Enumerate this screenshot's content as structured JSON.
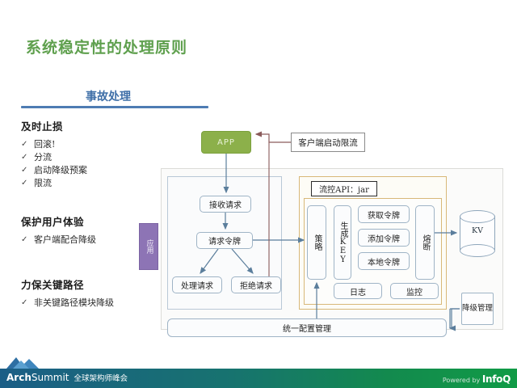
{
  "slide": {
    "main_title": "系统稳定性的处理原则",
    "section_title": "事故处理",
    "title_color": "#5fa04e",
    "section_color": "#3f6fa8",
    "rule_color": "#4e7cb3"
  },
  "left_column": {
    "groups": [
      {
        "heading": "及时止损",
        "items": [
          "回滚!",
          "分流",
          "启动降级预案",
          "限流"
        ]
      },
      {
        "heading": "保护用户体验",
        "items": [
          "客户端配合降级"
        ]
      },
      {
        "heading": "力保关键路径",
        "items": [
          "非关键路径模块降级"
        ]
      }
    ],
    "bullet_glyph": "✓"
  },
  "diagram": {
    "app_box": {
      "label": "APP",
      "color": "#8cb04a"
    },
    "callout": "客户端启动限流",
    "app_vertical": "应用",
    "flow_left": {
      "receive": "接收请求",
      "request_token": "请求令牌",
      "process": "处理请求",
      "reject": "拒绝请求"
    },
    "api_panel": {
      "title": "流控API：jar",
      "policy": "策略",
      "gen_key": "生成KEY",
      "get_token": "获取令牌",
      "add_token": "添加令牌",
      "local_token": "本地令牌",
      "fuse": "熔断",
      "log": "日志",
      "monitor": "监控"
    },
    "storage": {
      "label": "KV"
    },
    "degrade_mgmt": "降级管理",
    "config_bar": "统一配置管理"
  },
  "footer": {
    "brand_bold": "Arch",
    "brand_thin": "Summit",
    "brand_cn": "全球架构师峰会",
    "powered_prefix": "Powered by",
    "powered_brand": "InfoQ"
  }
}
